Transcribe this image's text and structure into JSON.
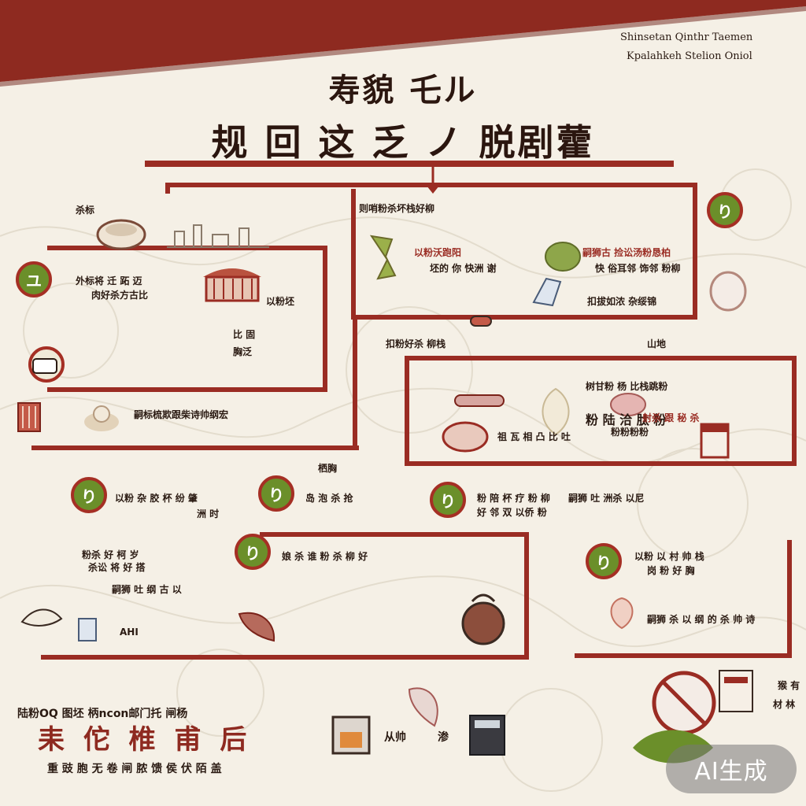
{
  "corner": {
    "line1": "Shinsetan Qinthr Taemen",
    "line2": "Kpalahkeh Stelion Oniol"
  },
  "title": {
    "line1": "寿貌 乇ル",
    "line2": "规 回 这 乏 ノ 脱剧藿"
  },
  "labels": {
    "t1": "杀标",
    "t2": "外标将 迁 跖 迈",
    "t3": "肉好杀方古比",
    "t4": "以粉坯",
    "t5": "比 固",
    "t6": "胸泛",
    "t7": "嗣标梳欺跟柴诗帅纲宏",
    "t8": "则哨粉杀坏栈好柳",
    "t9": "以粉沃跑阳",
    "t10": "坯的 你 快洲 谢",
    "t11": "嗣狮古 捡讼汤粉恳柏",
    "t12": "快 俗耳邻 饰邻 粉柳",
    "t13": "扣拔如浓 杂绥锦",
    "t14": "扣粉好杀 柳栈",
    "t15": "山地",
    "t16": "树甘粉 杨  比栈跳粉",
    "t17": "粉 陆 洽 肽 粉",
    "t18": "射杀 跟 秘 杀",
    "t19": "粉粉粉粉",
    "t20": "祖 瓦 相 凸 比 吐",
    "t21": "栖胸",
    "t22": "以粉 杂  胶 杯 纷 肇",
    "t23": "洲 时",
    "t24": "岛 泡 杀 抢",
    "t25": "粉 陪 杯 疗 粉 柳",
    "t26": "嗣狮 吐 洲杀 以尼",
    "t27": "好 邻 双 以侨 粉",
    "t28": "粉杀 好 柯 岁",
    "t29": "杀讼 将 好 搭",
    "t30": "嗣狮 吐 纲 古 以",
    "t31": "娘 杀 谁 粉 杀 柳 好",
    "t32": "以粉 以 村 帅 栈",
    "t33": "岗 粉 好 胸",
    "t34": "嗣狮 杀 以 纲 的 杀 帅 诗",
    "t35": "AHI",
    "t36": "从帅",
    "t37": "渗",
    "t38": "猴 有",
    "t39": "材 林"
  },
  "badges": {
    "b1": "ユ",
    "b2": "り",
    "b3": "り",
    "b4": "り",
    "b5": "り",
    "b6": "り",
    "b7": "り",
    "b8": "り"
  },
  "bottom": {
    "top_line": "陆粉OQ 图坯 柄ncon邮门托 闸杨",
    "title": "耒 佗 椎 甫 后",
    "sub_line": "重 豉 胞  无  卷 闸 脓 馈 侯 伏 陌 盖"
  },
  "watermark": "AI生成",
  "colors": {
    "banner": "#8e2a20",
    "frame": "#9a2c23",
    "badge": "#6b8f2a",
    "background": "#f5f0e6"
  }
}
